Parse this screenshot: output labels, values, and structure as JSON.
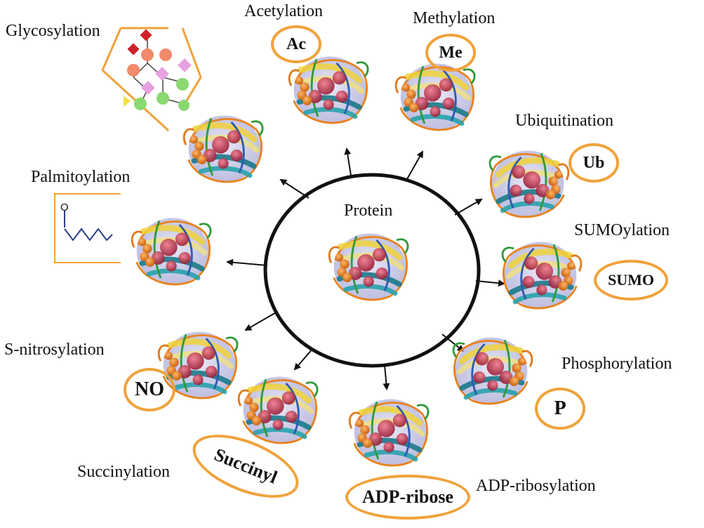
{
  "center": {
    "label": "Protein"
  },
  "modifications": [
    {
      "id": "glycosylation",
      "label": "Glycosylation",
      "tag": ""
    },
    {
      "id": "acetylation",
      "label": "Acetylation",
      "tag": "Ac"
    },
    {
      "id": "methylation",
      "label": "Methylation",
      "tag": "Me"
    },
    {
      "id": "ubiquitination",
      "label": "Ubiquitination",
      "tag": "Ub"
    },
    {
      "id": "sumoylation",
      "label": "SUMOylation",
      "tag": "SUMO"
    },
    {
      "id": "phosphorylation",
      "label": "Phosphorylation",
      "tag": "P"
    },
    {
      "id": "adp-ribosylation",
      "label": "ADP-ribosylation",
      "tag": "ADP-ribose"
    },
    {
      "id": "succinylation",
      "label": "Succinylation",
      "tag": "Succinyl"
    },
    {
      "id": "s-nitrosylation",
      "label": "S-nitrosylation",
      "tag": "NO"
    },
    {
      "id": "palmitoylation",
      "label": "Palmitoylation",
      "tag": ""
    }
  ],
  "palmitoyl_glyph": "O",
  "colors": {
    "accent": "#f0a23a",
    "protein_surface": "#c8c8e8",
    "residues": "#c0304a",
    "helix_orange": "#e8821e",
    "sheet_yellow": "#f0d23a",
    "sheet_teal": "#1a7a8a",
    "loop_green": "#2f9a3a"
  }
}
